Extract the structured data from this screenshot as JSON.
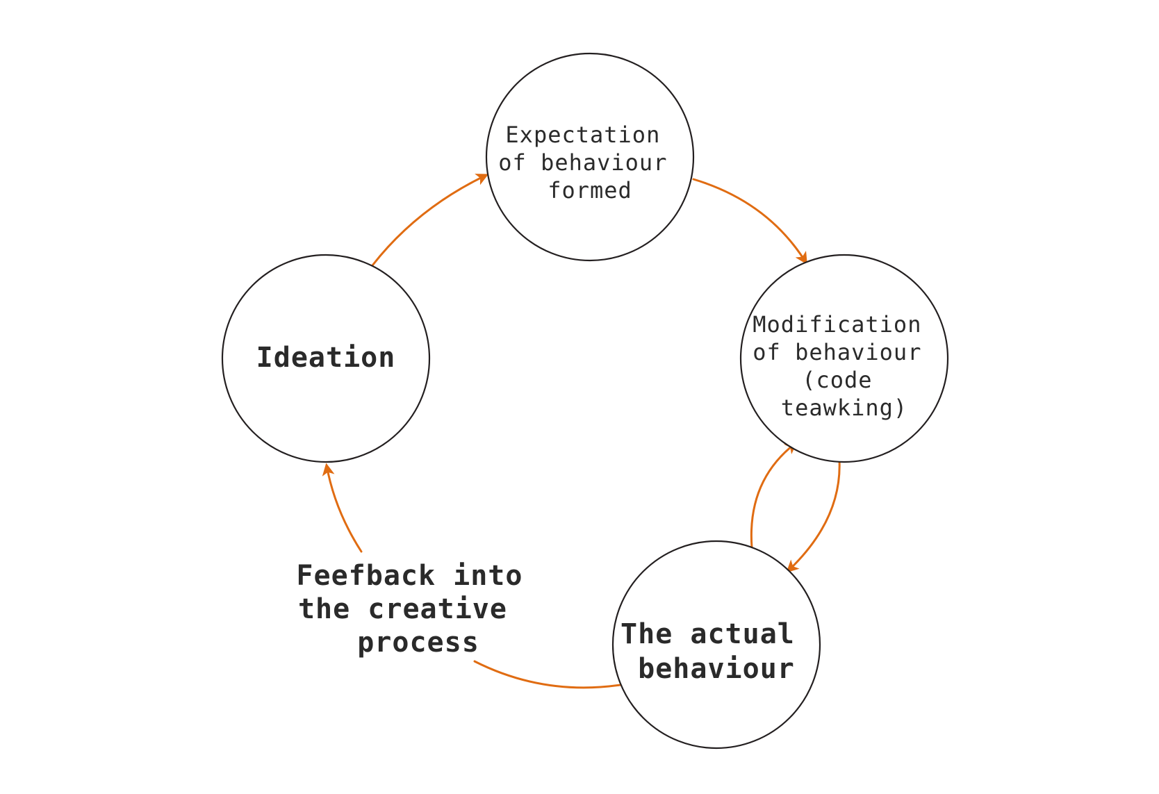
{
  "colors": {
    "arrow": "#e06c12",
    "circle_stroke": "#231f20",
    "text": "#2a2a2a"
  },
  "nodes": {
    "expectation": {
      "lines": [
        "Expectation",
        "of behaviour",
        "formed"
      ]
    },
    "modification": {
      "lines": [
        "Modification",
        "of behaviour",
        "(code",
        "teawking)"
      ]
    },
    "actual": {
      "lines": [
        "The actual",
        "behaviour"
      ]
    },
    "ideation": {
      "lines": [
        "Ideation"
      ]
    }
  },
  "feedback_label": {
    "lines": [
      "Feefback into",
      "the creative",
      "process"
    ]
  }
}
